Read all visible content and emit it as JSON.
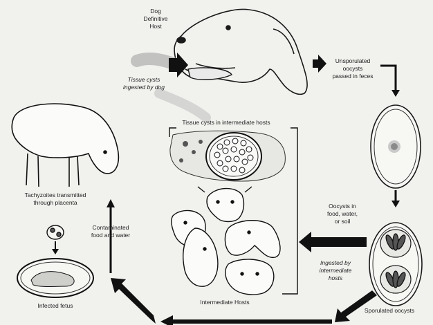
{
  "labels": {
    "dog_title": "Dog",
    "dog_subtitle": "Definitive",
    "dog_host": "Host",
    "tissue_cysts_ingested_1": "Tissue cysts",
    "tissue_cysts_ingested_2": "ingested by dog",
    "unsporulated_1": "Unsporulated",
    "unsporulated_2": "oocysts",
    "unsporulated_3": "passed in feces",
    "tissue_cysts_intermediate": "Tissue cysts in intermediate hosts",
    "tachyzoites_1": "Tachyzoites transmitted",
    "tachyzoites_2": "through placenta",
    "contaminated_1": "Contaminated",
    "contaminated_2": "food and water",
    "oocysts_in_1": "Oocysts in",
    "oocysts_in_2": "food, water,",
    "oocysts_in_3": "or soil",
    "ingested_by_1": "Ingested by",
    "ingested_by_2": "intermediate",
    "ingested_by_3": "hosts",
    "infected_fetus": "Infected fetus",
    "intermediate_hosts": "Intermediate Hosts",
    "sporulated_oocysts": "Sporulated oocysts"
  }
}
